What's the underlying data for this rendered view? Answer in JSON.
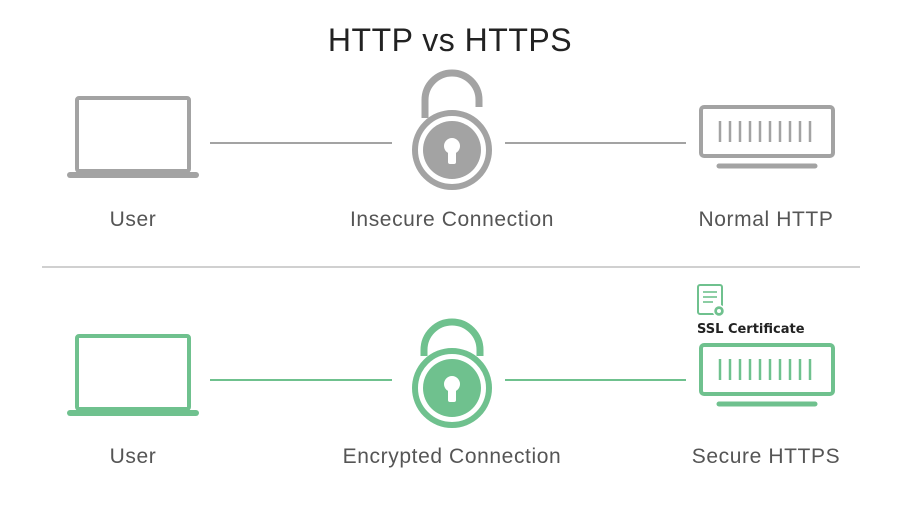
{
  "title": "HTTP vs HTTPS",
  "colors": {
    "insecure": "#a3a3a3",
    "secure": "#6fc18e",
    "divider": "#d0d0d0",
    "text": "#555555"
  },
  "rows": [
    {
      "kind": "insecure",
      "user_label": "User",
      "connection_label": "Insecure Connection",
      "server_label": "Normal HTTP",
      "icons": [
        "laptop-icon",
        "unlocked-padlock-icon",
        "server-icon"
      ]
    },
    {
      "kind": "secure",
      "user_label": "User",
      "connection_label": "Encrypted Connection",
      "server_label": "Secure HTTPS",
      "certificate_label": "SSL Certificate",
      "icons": [
        "laptop-icon",
        "locked-padlock-icon",
        "certificate-icon",
        "server-icon"
      ]
    }
  ]
}
